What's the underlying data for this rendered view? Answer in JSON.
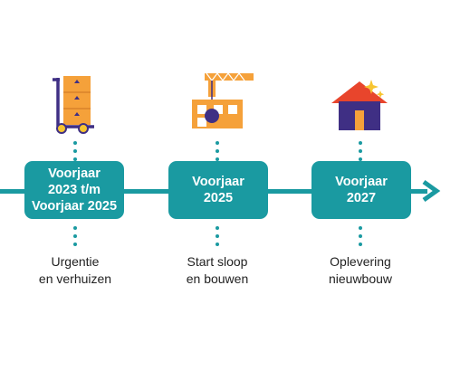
{
  "milestones": [
    {
      "lines": [
        "Voorjaar",
        "2023 t/m",
        "Voorjaar 2025"
      ],
      "caption": [
        "Urgentie",
        "en verhuizen"
      ]
    },
    {
      "lines": [
        "Voorjaar",
        "2025"
      ],
      "caption": [
        "Start sloop",
        "en bouwen"
      ]
    },
    {
      "lines": [
        "Voorjaar",
        "2027"
      ],
      "caption": [
        "Oplevering",
        "nieuwbouw"
      ]
    }
  ],
  "icons": [
    "moving-trolley-icon",
    "construction-crane-icon",
    "new-house-icon"
  ],
  "colors": {
    "teal": "#1a9aa1",
    "orange": "#f5a13a",
    "purple": "#3f2f84",
    "red": "#e8452c",
    "yellow": "#f7c531"
  }
}
